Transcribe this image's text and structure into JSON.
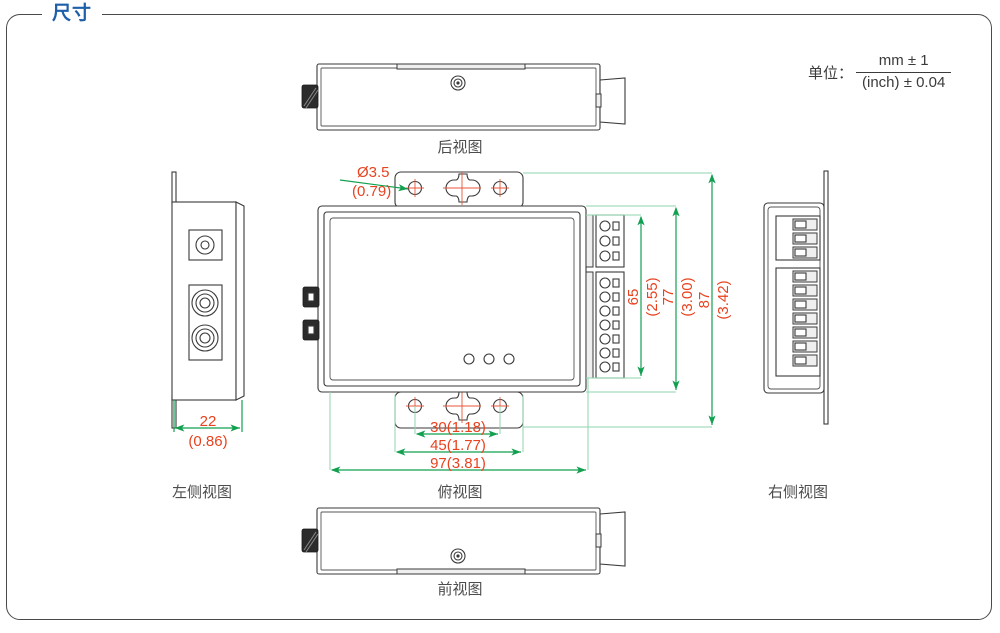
{
  "page": {
    "section_title": "尺寸",
    "accent_color": "#1d5fa8",
    "dimension_text_color": "#e8421f",
    "dimension_line_color": "#12a050",
    "outline_color": "#3a3a3a"
  },
  "unit_note": {
    "label": "单位：",
    "numerator": "mm ± 1",
    "denominator": "(inch) ± 0.04"
  },
  "views": {
    "back": {
      "caption": "后视图"
    },
    "front": {
      "caption": "前视图"
    },
    "top": {
      "caption": "俯视图"
    },
    "left": {
      "caption": "左侧视图"
    },
    "right": {
      "caption": "右侧视图"
    }
  },
  "dimensions": {
    "hole_diameter": {
      "mm": "Ø3.5",
      "inch": "(0.79)"
    },
    "vertical": [
      {
        "mm": "65",
        "inch": "(2.55)"
      },
      {
        "mm": "77",
        "inch": "(3.00)"
      },
      {
        "mm": "87",
        "inch": "(3.42)"
      }
    ],
    "horizontal": [
      {
        "label": "30(1.18)"
      },
      {
        "label": "45(1.77)"
      },
      {
        "label": "97(3.81)"
      }
    ],
    "left_view_width": {
      "mm": "22",
      "inch": "(0.86)"
    }
  },
  "components": {
    "top_terminal_ports": 3,
    "bottom_terminal_ports": 7,
    "led_count": 3,
    "mounting_holes": 4,
    "right_view_top_screws": 3,
    "right_view_bottom_screws": 7
  }
}
